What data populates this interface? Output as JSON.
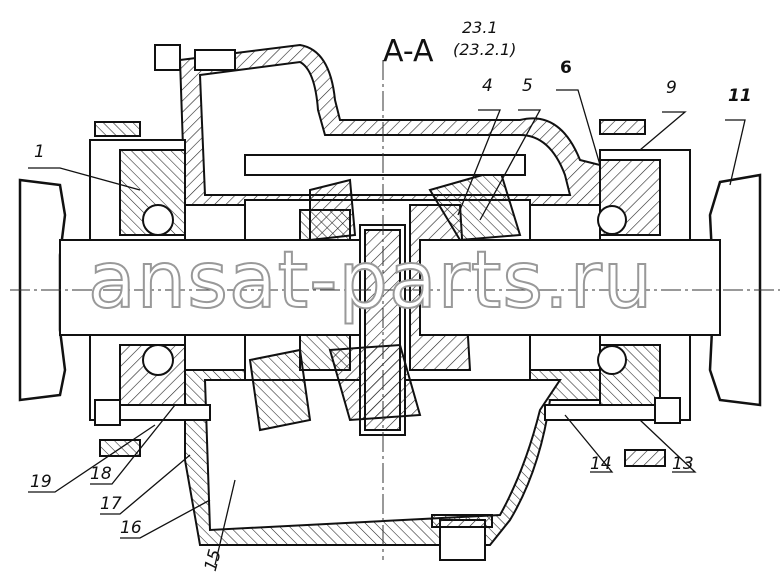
{
  "drawing": {
    "section_title": "A-A",
    "sheet_ref": "23.1",
    "sheet_ref_alt": "(23.2.1)",
    "watermark": "ansat-parts.ru",
    "callouts": [
      "1",
      "4",
      "5",
      "6",
      "9",
      "11",
      "19",
      "18",
      "17",
      "16",
      "15",
      "14",
      "13"
    ]
  }
}
